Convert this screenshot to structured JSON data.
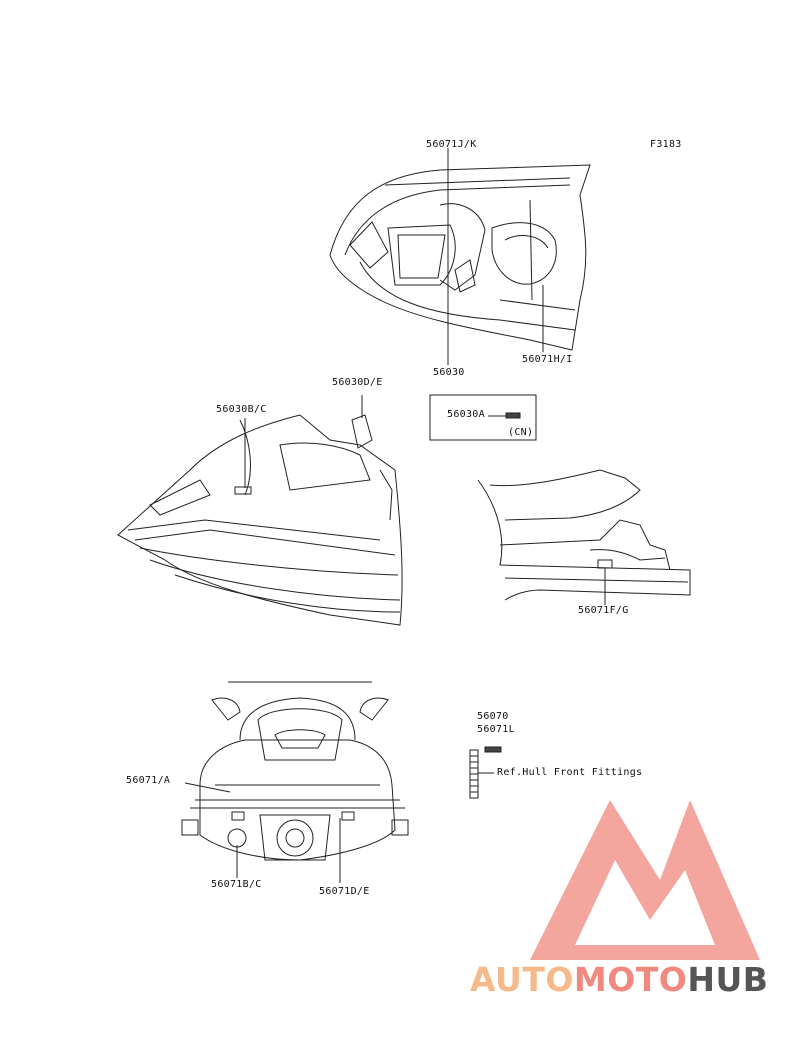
{
  "figure_code": "F3183",
  "callouts": {
    "top_left": "56071J/K",
    "top_bottom_left": "56030",
    "top_bottom_right": "56071H/I",
    "side_upper": "56030D/E",
    "side_left": "56030B/C",
    "box_part": "56030A",
    "box_note": "(CN)",
    "rear_seat": "56071F/G",
    "rear_left": "56071/A",
    "rear_bottom_left": "56071B/C",
    "rear_bottom_right": "56071D/E",
    "strip_1": "56070",
    "strip_2": "56071L",
    "ref_note": "Ref.Hull Front Fittings"
  },
  "watermark": {
    "part_auto": "AUTO",
    "part_moto": "MOTO",
    "part_hub": "HUB",
    "colors": {
      "auto": "#f5b98a",
      "moto": "#f08a80",
      "hub": "#555555",
      "logo": "#f08a80"
    }
  }
}
